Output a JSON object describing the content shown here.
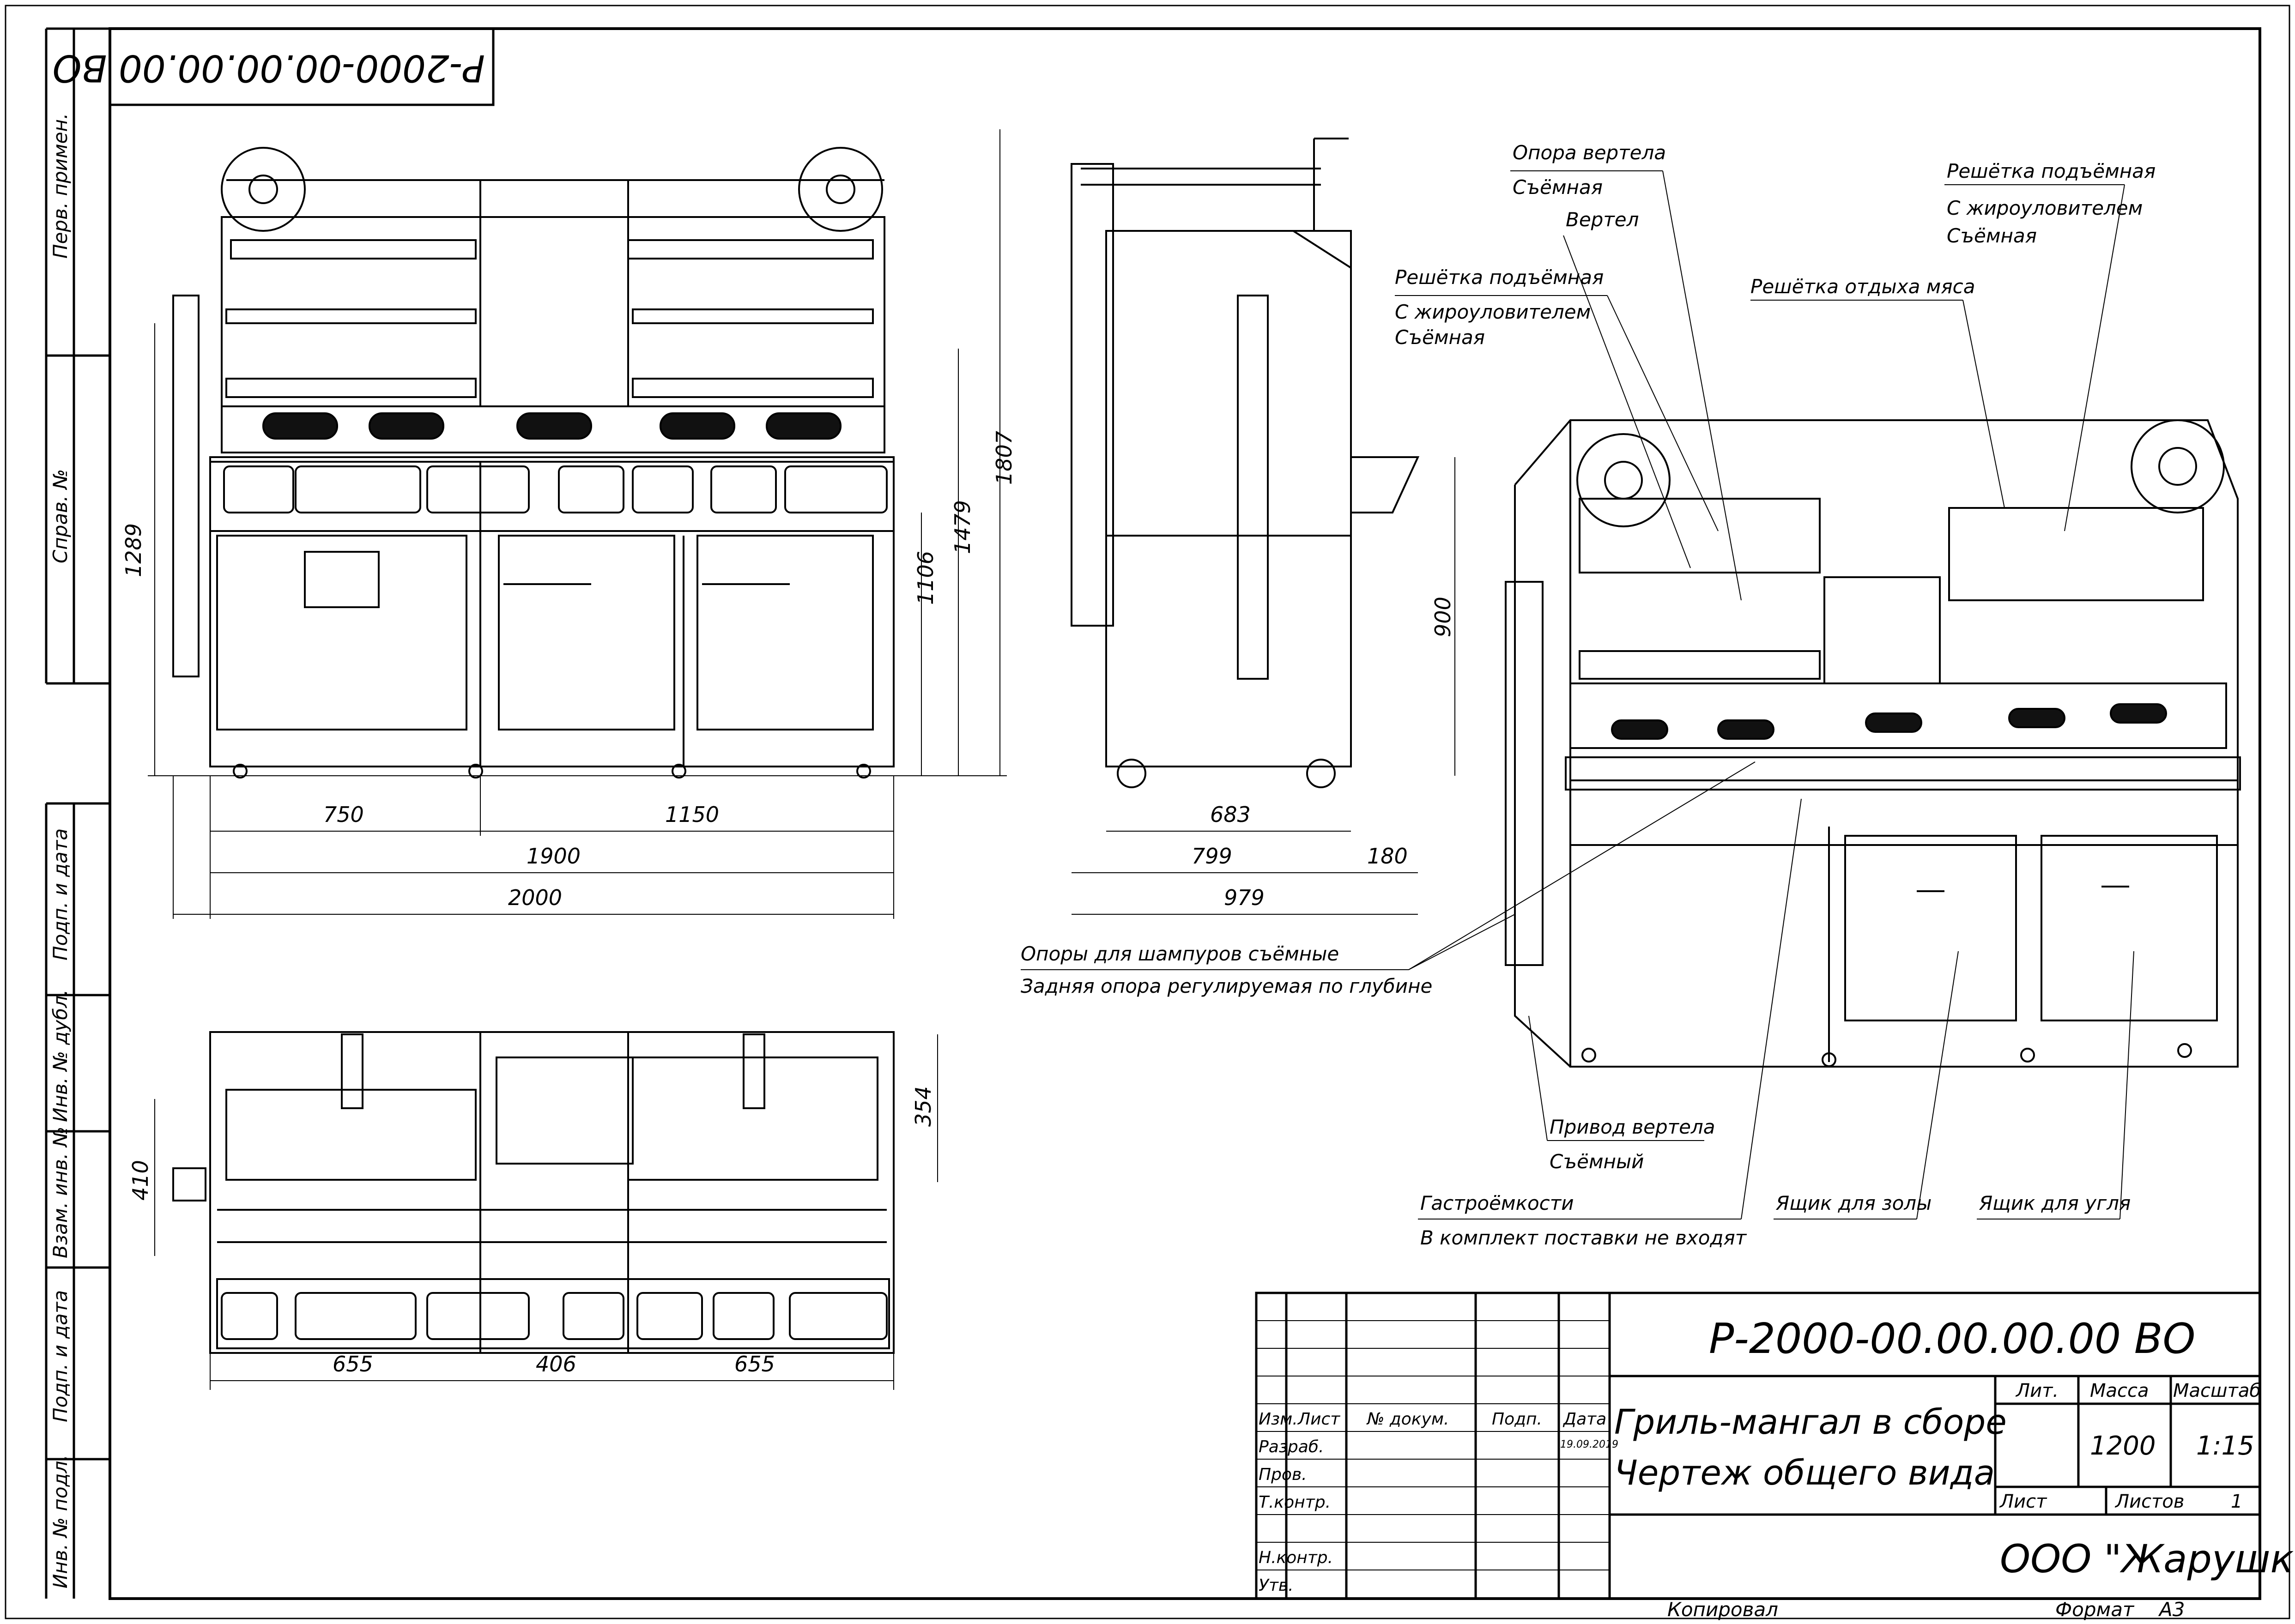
{
  "stamp_top": "Р-2000-00.00.00.00 ВО",
  "left_column": [
    "Перв. примен.",
    "Справ. №",
    "Подп. и дата",
    "Инв. № дубл.",
    "Взам. инв. №",
    "Подп. и дата",
    "Инв. № подл."
  ],
  "dimensions": {
    "front_750": "750",
    "front_1150": "1150",
    "front_1900": "1900",
    "front_2000": "2000",
    "front_1289": "1289",
    "front_1106": "1106",
    "front_1479": "1479",
    "front_1807": "1807",
    "side_683": "683",
    "side_799": "799",
    "side_979": "979",
    "side_180": "180",
    "side_900": "900",
    "top_655a": "655",
    "top_406": "406",
    "top_655b": "655",
    "top_410": "410",
    "top_354": "354"
  },
  "callouts": {
    "spit_support": "Опора вертела",
    "spit_support_note": "Съёмная",
    "spit": "Вертел",
    "lift_grate_left": "Решётка подъёмная",
    "lift_grate_left_note1": "С жироуловителем",
    "lift_grate_left_note2": "Съёмная",
    "lift_grate_right": "Решётка подъёмная",
    "lift_grate_right_note1": "С жироуловителем",
    "lift_grate_right_note2": "Съёмная",
    "meat_rest_grate": "Решётка отдыха мяса",
    "skewer_supports": "Опоры для шампуров съёмные",
    "rear_support": "Задняя опора регулируемая по глубине",
    "spit_drive": "Привод вертела",
    "spit_drive_note": "Съёмный",
    "gastro": "Гастроёмкости",
    "gastro_note": "В комплект поставки не входят",
    "ash_box": "Ящик для золы",
    "coal_box": "Ящик для угля"
  },
  "title_block": {
    "designation": "Р-2000-00.00.00.00 ВО",
    "name_line1": "Гриль-мангал в сборе",
    "name_line2": "Чертеж общего вида",
    "col_izm": "Изм.",
    "col_list": "Лист",
    "col_doc": "№ докум.",
    "col_sign": "Подп.",
    "col_date": "Дата",
    "row_razrab": "Разраб.",
    "row_prov": "Пров.",
    "row_tkontr": "Т.контр.",
    "row_nkontr": "Н.контр.",
    "row_utv": "Утв.",
    "date_value": "19.09.2019",
    "lit_label": "Лит.",
    "mass_label": "Масса",
    "scale_label": "Масштаб",
    "mass_value": "1200",
    "scale_value": "1:15",
    "sheet_label": "Лист",
    "sheets_label": "Листов",
    "sheets_value": "1",
    "company": "ООО \"Жарушка\""
  },
  "footer": {
    "copied": "Копировал",
    "format_label": "Формат",
    "format_value": "А3"
  }
}
